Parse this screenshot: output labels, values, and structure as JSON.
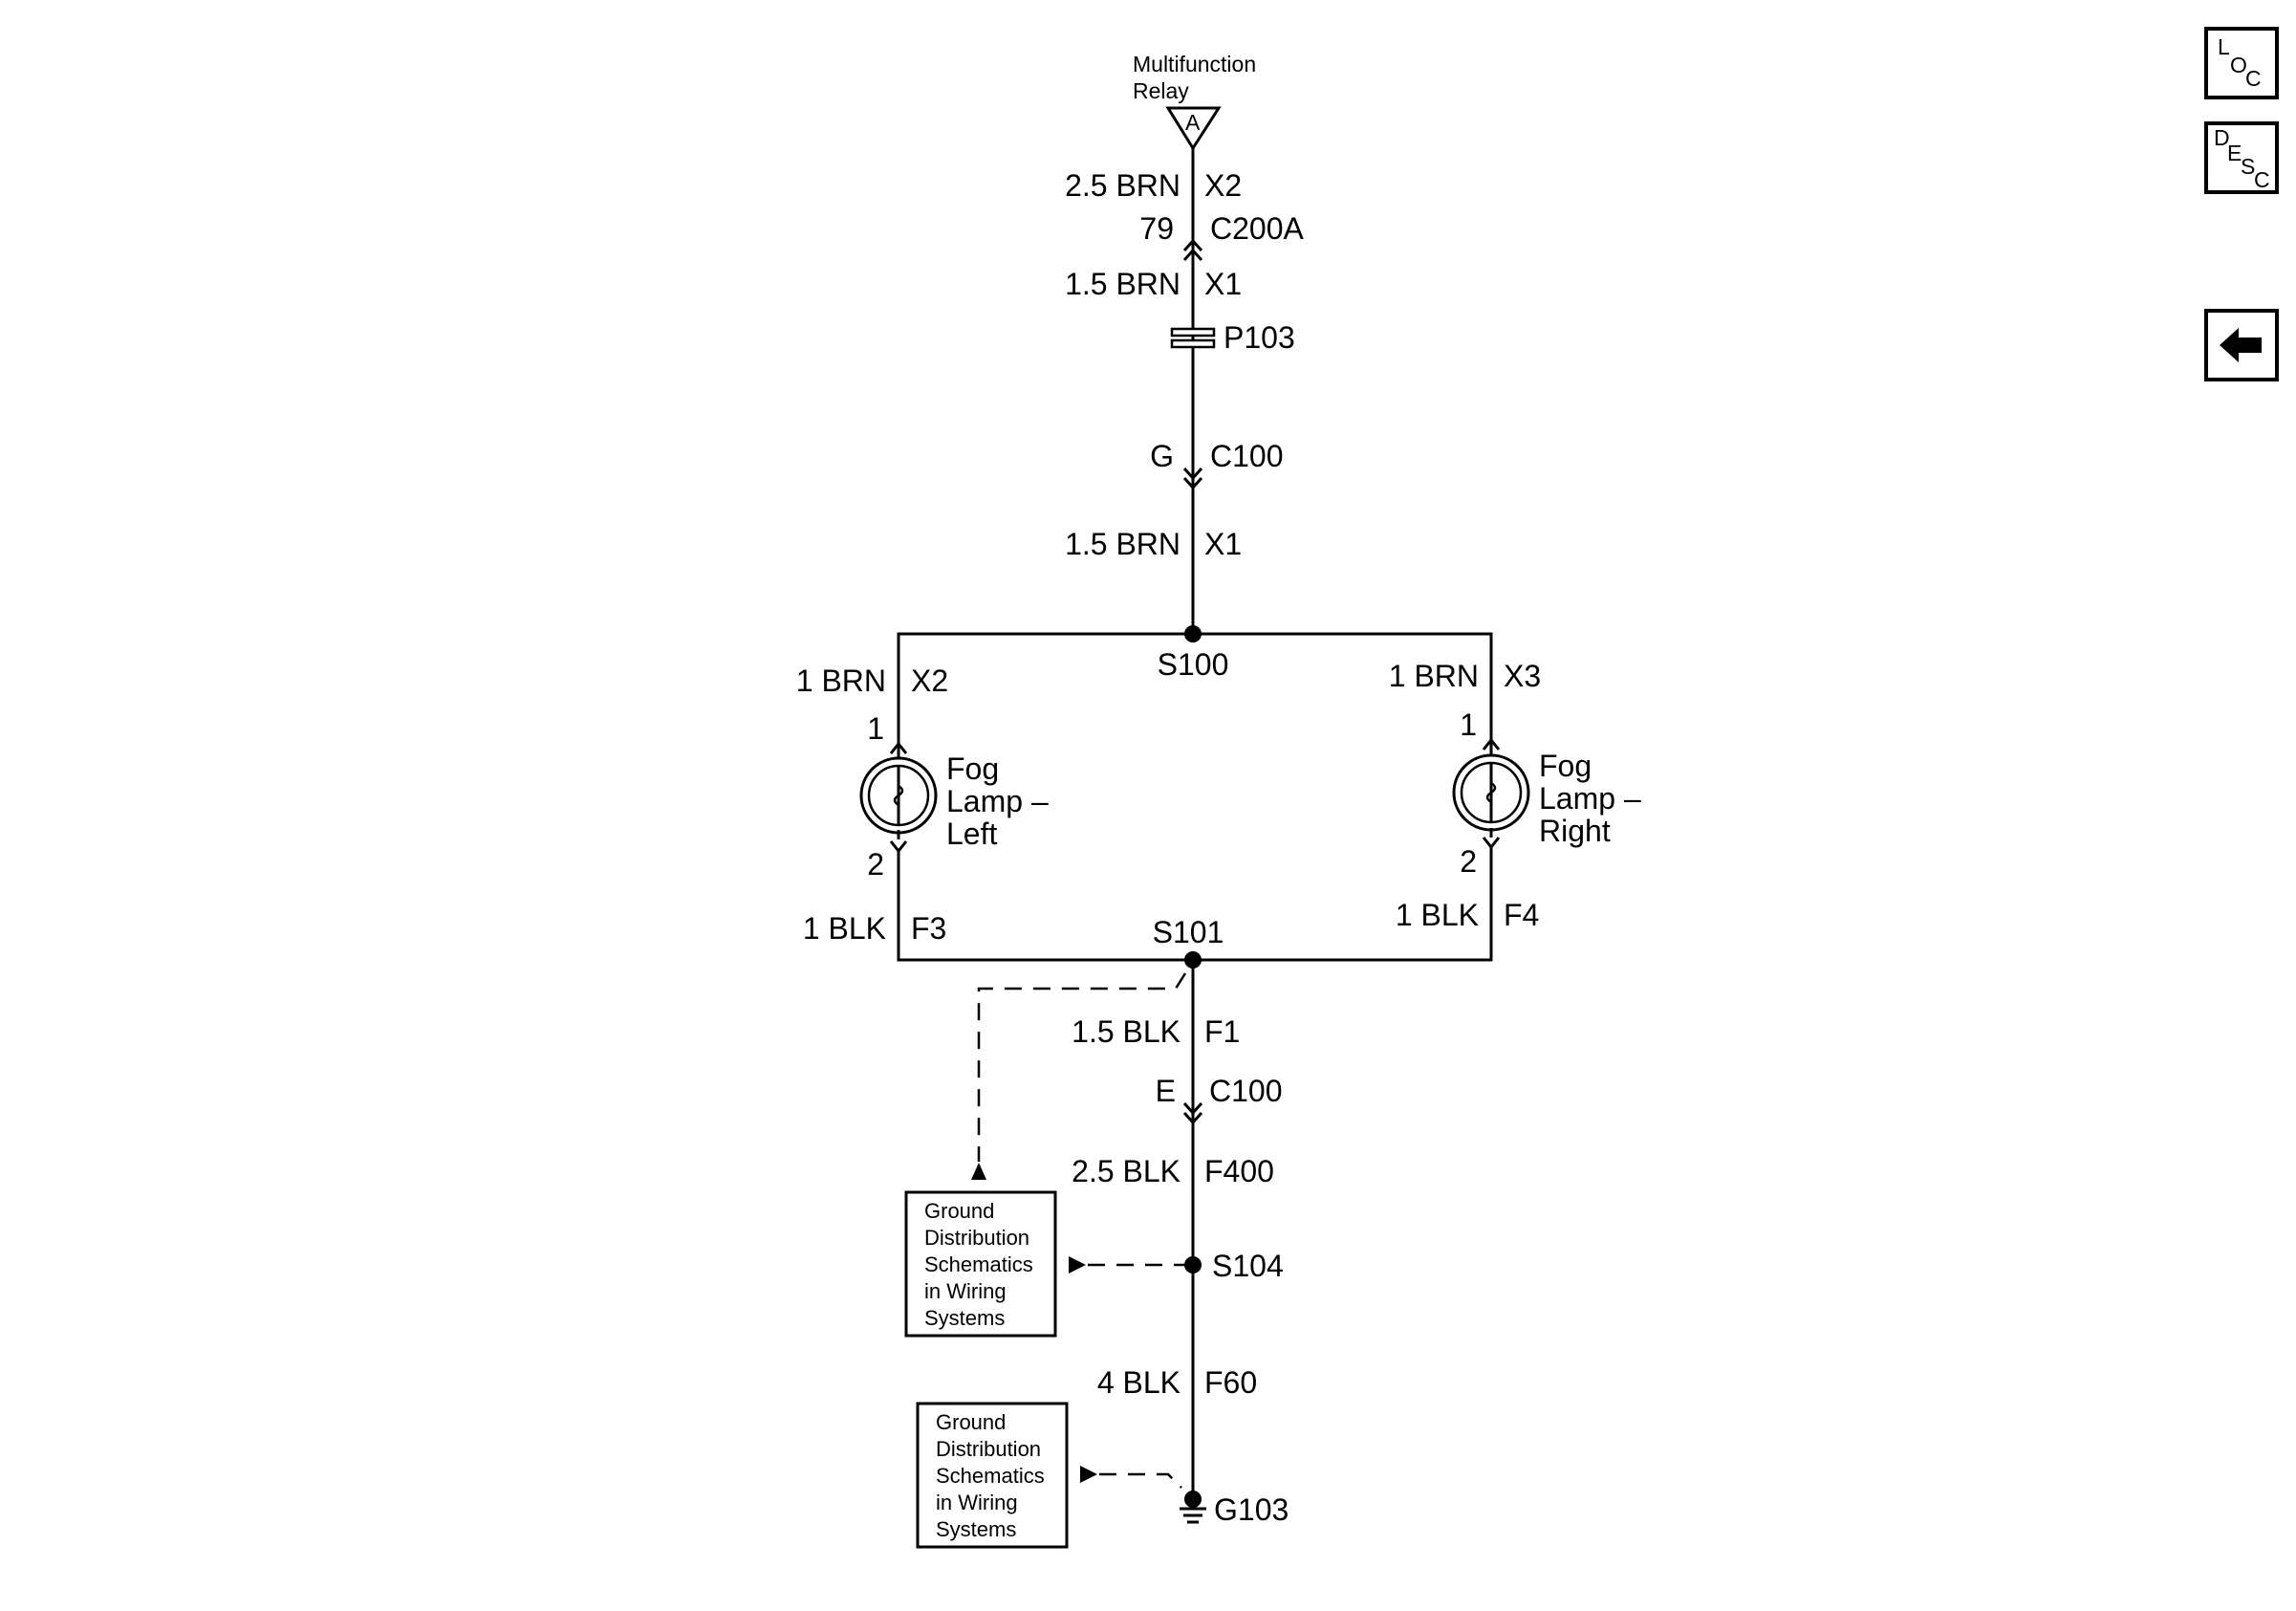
{
  "relay": {
    "label_line1": "Multifunction",
    "label_line2": "Relay",
    "connector": "A"
  },
  "wires": {
    "top_relay": {
      "gauge": "2.5 BRN",
      "circuit": "X2"
    },
    "c200a": {
      "pin": "79",
      "name": "C200A"
    },
    "top_x1": {
      "gauge": "1.5 BRN",
      "circuit": "X1"
    },
    "p103": "P103",
    "c100_top": {
      "pin": "G",
      "name": "C100"
    },
    "mid_x1": {
      "gauge": "1.5 BRN",
      "circuit": "X1"
    },
    "s100": "S100",
    "left_x2": {
      "gauge": "1 BRN",
      "circuit": "X2"
    },
    "right_x3": {
      "gauge": "1 BRN",
      "circuit": "X3"
    },
    "left_f3": {
      "gauge": "1 BLK",
      "circuit": "F3"
    },
    "right_f4": {
      "gauge": "1 BLK",
      "circuit": "F4"
    },
    "s101": "S101",
    "f1": {
      "gauge": "1.5 BLK",
      "circuit": "F1"
    },
    "c100_bottom": {
      "pin": "E",
      "name": "C100"
    },
    "f400": {
      "gauge": "2.5 BLK",
      "circuit": "F400"
    },
    "s104": "S104",
    "f60": {
      "gauge": "4 BLK",
      "circuit": "F60"
    },
    "g103": "G103"
  },
  "lamps": {
    "left": {
      "line1": "Fog",
      "line2": "Lamp –",
      "line3": "Left",
      "pin_top": "1",
      "pin_bottom": "2"
    },
    "right": {
      "line1": "Fog",
      "line2": "Lamp –",
      "line3": "Right",
      "pin_top": "1",
      "pin_bottom": "2"
    }
  },
  "ref_boxes": [
    {
      "lines": [
        "Ground",
        "Distribution",
        "Schematics",
        "in Wiring",
        "Systems"
      ]
    },
    {
      "lines": [
        "Ground",
        "Distribution",
        "Schematics",
        "in Wiring",
        "Systems"
      ]
    }
  ],
  "nav": {
    "loc": {
      "l1": "L",
      "l2": "O",
      "l3": "C"
    },
    "desc": {
      "l1": "D",
      "l2": "E",
      "l3": "S",
      "l4": "C"
    }
  }
}
